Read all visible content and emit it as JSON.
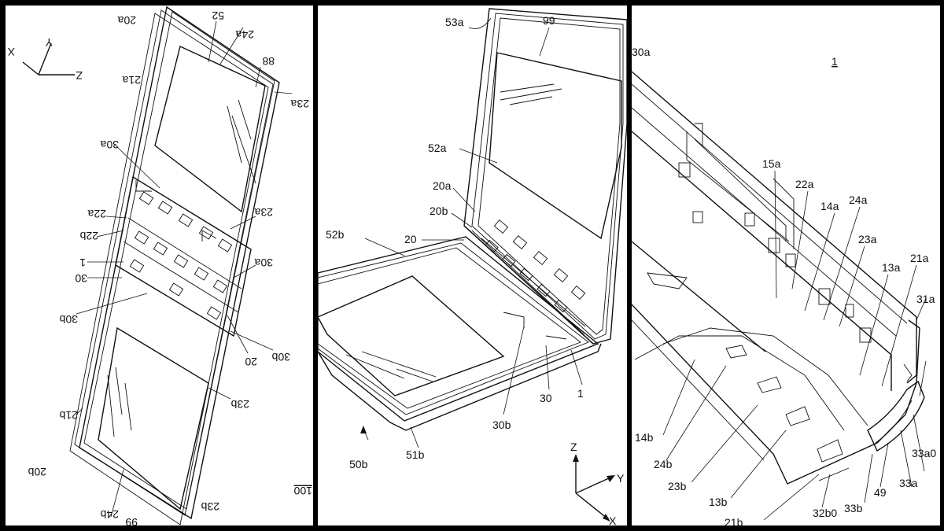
{
  "panel_left": {
    "axes": {
      "x": "X",
      "y": "Y",
      "z": "Z"
    },
    "labels": {
      "l100": "100",
      "l20a": "20a",
      "l21a": "21a",
      "l52a": "52",
      "l24a": "24a",
      "l88": "88",
      "l23a": "23a",
      "l30a_top": "30a",
      "l22a": "22a",
      "l22b": "22b",
      "l1": "1",
      "l30": "30",
      "l30b_l": "30b",
      "l23a_mid": "23a",
      "l30a_r": "30a",
      "l20": "20",
      "l30b_r": "30b",
      "l23b": "23b",
      "l21b": "21b",
      "l20b": "20b",
      "l24b": "24b",
      "l23b_bot": "23b",
      "l99": "99"
    }
  },
  "panel_mid": {
    "axes": {
      "x": "X",
      "y": "Y",
      "z": "Z"
    },
    "labels": {
      "l53a": "53a",
      "l99": "99",
      "l52a": "52a",
      "l20a": "20a",
      "l20b": "20b",
      "l20": "20",
      "l52b": "52b",
      "l30b": "30b",
      "l30": "30",
      "l1": "1",
      "l50b": "50b",
      "l51b": "51b"
    }
  },
  "panel_right": {
    "labels": {
      "l30a": "30a",
      "l1": "1",
      "l15a": "15a",
      "l22a": "22a",
      "l14a": "14a",
      "l24a": "24a",
      "l23a": "23a",
      "l13a": "13a",
      "l21a": "21a",
      "l31a": "31a",
      "l14b": "14b",
      "l24b": "24b",
      "l23b": "23b",
      "l13b": "13b",
      "l21b": "21b",
      "l32b0": "32b0",
      "l33b": "33b",
      "l49": "49",
      "l33a": "33a",
      "l33a0": "33a0"
    }
  }
}
